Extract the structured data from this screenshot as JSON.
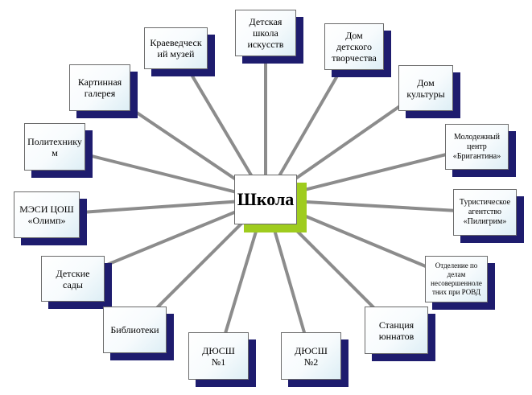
{
  "diagram": {
    "center": {
      "label": "Школа"
    },
    "nodes": [
      {
        "id": "art-school",
        "label": "Детская\nшкола\nискусств"
      },
      {
        "id": "local-museum",
        "label": "Краеведческ\nий музей"
      },
      {
        "id": "house-of-creativity",
        "label": "Дом\nдетского\nтворчества"
      },
      {
        "id": "house-of-culture",
        "label": "Дом\nкультуры"
      },
      {
        "id": "picture-gallery",
        "label": "Картинная\nгалерея"
      },
      {
        "id": "youth-center",
        "label": "Молодежный\nцентр\n«Бригантина»"
      },
      {
        "id": "polytechnic",
        "label": "Политехнику\nм"
      },
      {
        "id": "mesi-olymp",
        "label": "МЭСИ ЦОШ\n«Олимп»"
      },
      {
        "id": "tourist-agency",
        "label": "Туристическое\nагентство\n«Пилигрим»"
      },
      {
        "id": "kindergartens",
        "label": "Детские\nсады"
      },
      {
        "id": "juvenile-affairs",
        "label": "Отделение по\nделам\nнесовершеннолe\nтних при РОВД"
      },
      {
        "id": "libraries",
        "label": "Библиотеки"
      },
      {
        "id": "young-naturalists",
        "label": "Станция\nюннатов"
      },
      {
        "id": "sports-school-1",
        "label": "ДЮСШ\n№1"
      },
      {
        "id": "sports-school-2",
        "label": "ДЮСШ\n№2"
      }
    ]
  },
  "colors": {
    "line": "#8c8c8c",
    "node_shadow": "#1e1c6e",
    "center_shadow": "#9fcc1e",
    "border": "#6b6b6b"
  }
}
